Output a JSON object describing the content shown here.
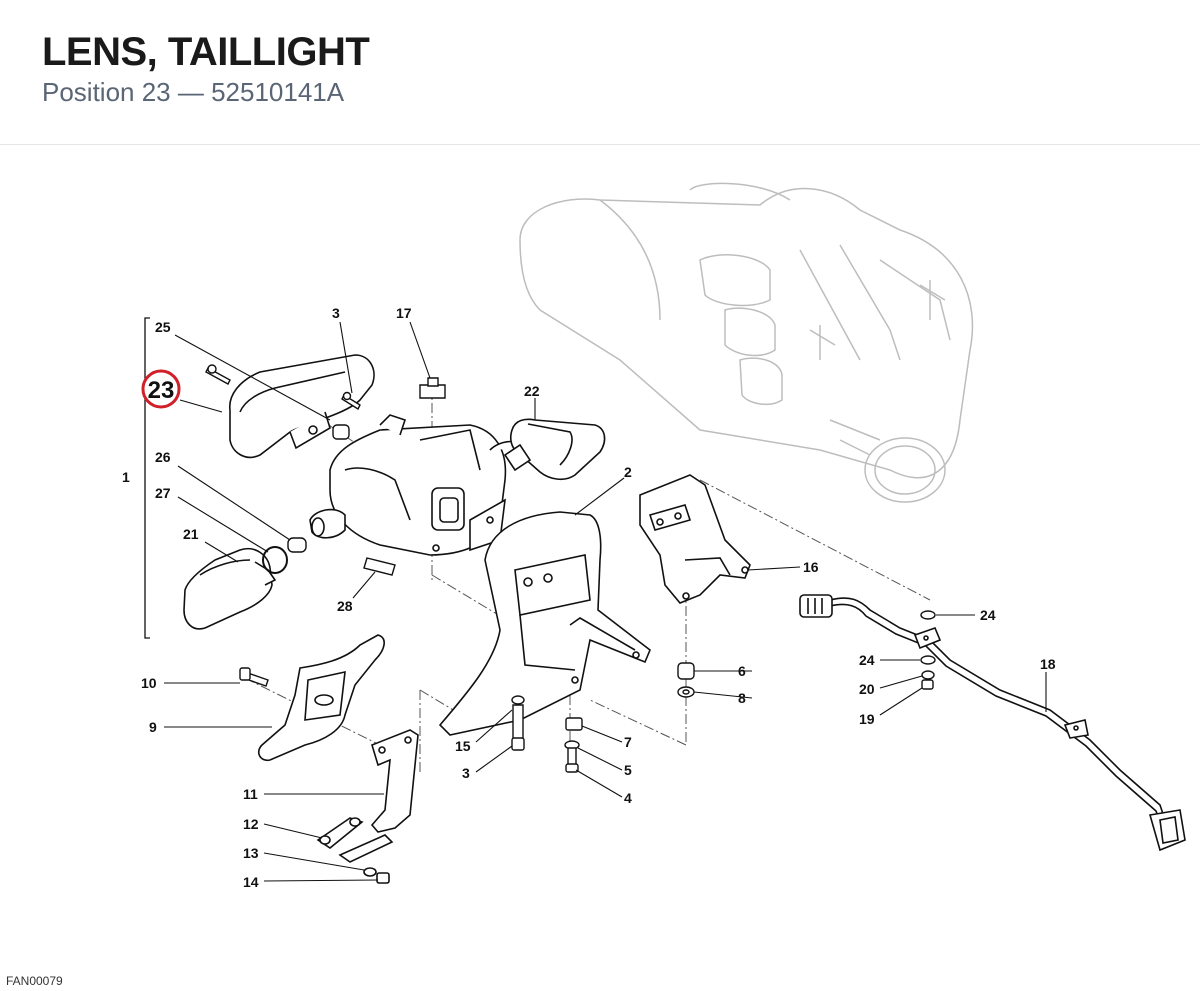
{
  "header": {
    "title": "LENS, TAILLIGHT",
    "subtitle": "Position 23 — 52510141A"
  },
  "diagram": {
    "highlight_color": "#d0202a",
    "highlighted": "23",
    "labels": [
      "1",
      "2",
      "3",
      "3",
      "4",
      "5",
      "6",
      "7",
      "8",
      "9",
      "10",
      "11",
      "12",
      "13",
      "14",
      "15",
      "16",
      "17",
      "18",
      "19",
      "20",
      "21",
      "22",
      "24",
      "24",
      "25",
      "26",
      "27",
      "28"
    ]
  },
  "footer": {
    "code": "FAN00079"
  }
}
